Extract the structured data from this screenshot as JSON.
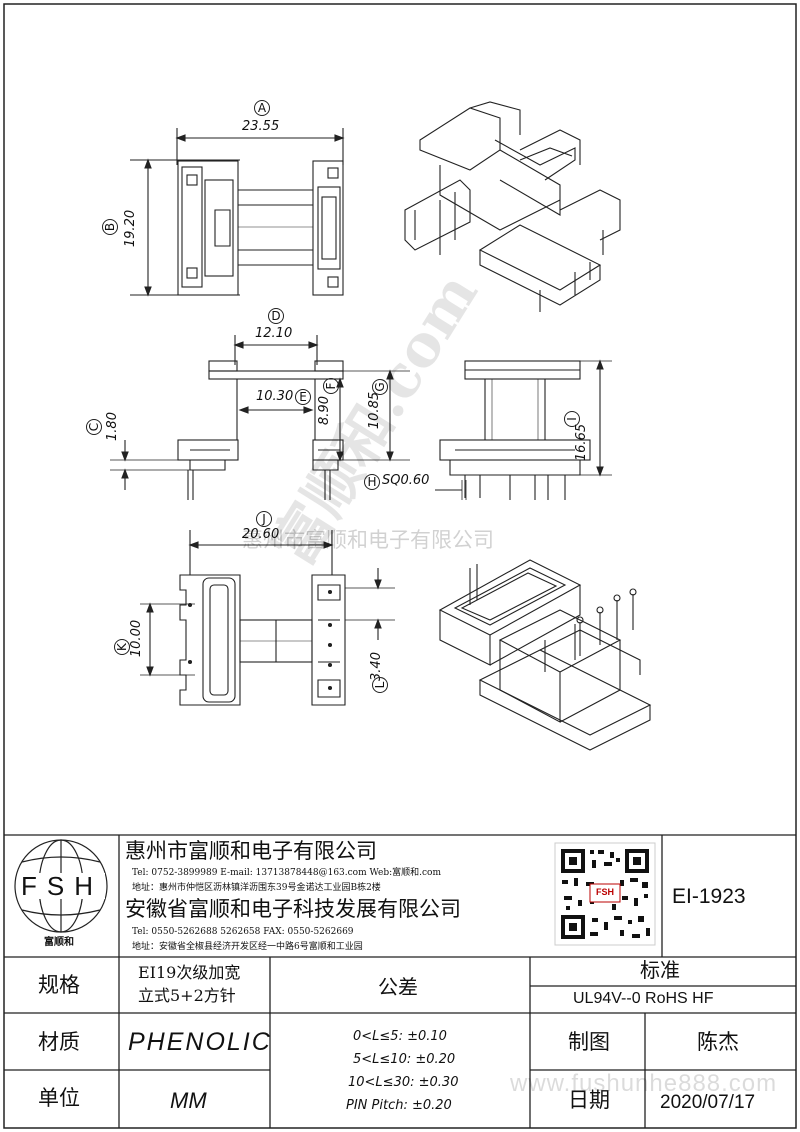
{
  "drawing": {
    "dimensions": {
      "A": {
        "letter": "A",
        "value": "23.55"
      },
      "B": {
        "letter": "B",
        "value": "19.20"
      },
      "C": {
        "letter": "C",
        "value": "1.80"
      },
      "D": {
        "letter": "D",
        "value": "12.10"
      },
      "E": {
        "letter": "E",
        "value": "10.30"
      },
      "F": {
        "letter": "F",
        "value": "8.90"
      },
      "G": {
        "letter": "G",
        "value": "10.85"
      },
      "H": {
        "letter": "H",
        "value": "SQ0.60"
      },
      "I": {
        "letter": "I",
        "value": "16.65"
      },
      "J": {
        "letter": "J",
        "value": "20.60"
      },
      "K": {
        "letter": "K",
        "value": "10.00"
      },
      "L": {
        "letter": "L",
        "value": "3.40"
      }
    },
    "watermark_main": "富顺和.com",
    "watermark_company": "惠州市富顺和电子有限公司"
  },
  "title_block": {
    "logo": {
      "letters": "FSH",
      "name": "富顺和"
    },
    "company1": {
      "name": "惠州市富顺和电子有限公司",
      "contact": "Tel:  0752-3899989  E-mail: 13713878448@163.com  Web:富顺和.com",
      "address": "地址：惠州市仲恺区沥林镇洋沥围东39号金诺达工业园B栋2楼"
    },
    "company2": {
      "name": "安徽省富顺和电子科技发展有限公司",
      "contact": "Tel:  0550-5262688  5262658     FAX:  0550-5262669",
      "address": "地址：安徽省全椒县经济开发区经一中路6号富顺和工业园"
    },
    "qr_label": "FSH",
    "part_number": "EI-1923",
    "spec_label": "规格",
    "spec_value_line1": "EI19次级加宽",
    "spec_value_line2": "立式5+2方针",
    "tolerance_label": "公差",
    "standard_label": "标准",
    "standard_value": "UL94V--0  RoHS HF",
    "material_label": "材质",
    "material_value": "PHENOLIC",
    "tolerances": [
      "0<L≤5: ±0.10",
      "5<L≤10: ±0.20",
      "10<L≤30: ±0.30",
      "PIN Pitch: ±0.20"
    ],
    "drawn_label": "制图",
    "drawn_value": "陈杰",
    "unit_label": "单位",
    "unit_value": "MM",
    "date_label": "日期",
    "date_value": "2020/07/17",
    "watermark_url": "www.fushunhe888.com"
  }
}
